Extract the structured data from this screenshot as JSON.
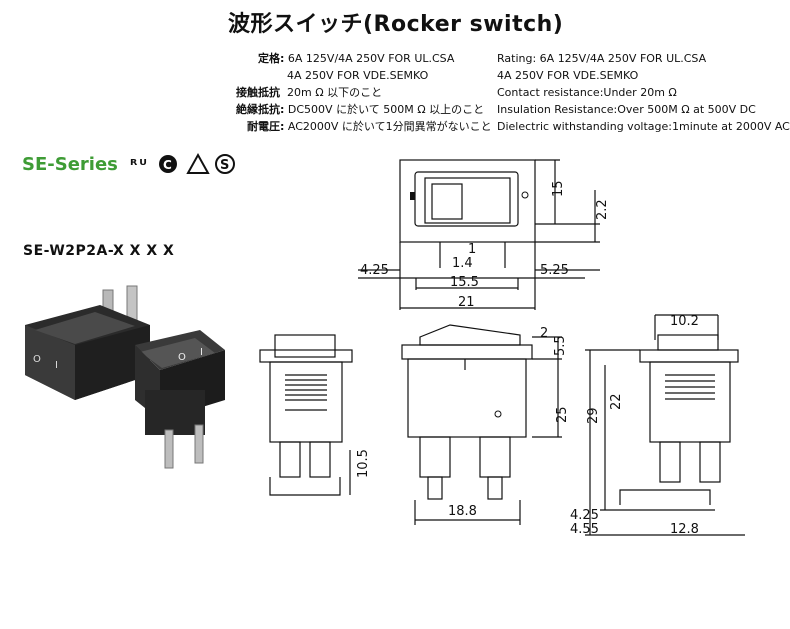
{
  "title": "波形スイッチ(Rocker switch)",
  "specs_jp": [
    {
      "label": "定格",
      "value": "6A 125V/4A 250V FOR UL.CSA"
    },
    {
      "label": "",
      "value": "4A 250V FOR VDE.SEMKO"
    },
    {
      "label": "接触抵抗",
      "value": "20m Ω 以下のこと"
    },
    {
      "label": "絶縁抵抗",
      "value": "DC500V に於いて 500M Ω 以上のこと"
    },
    {
      "label": "耐電圧",
      "value": "AC2000V に於いて1分間異常がないこと"
    }
  ],
  "specs_en": [
    "Rating: 6A 125V/4A 250V FOR UL.CSA",
    "4A 250V FOR VDE.SEMKO",
    "Contact resistance:Under 20m Ω",
    "Insulation Resistance:Over 500M Ω  at 500V DC",
    "Dielectric withstanding voltage:1minute at 2000V AC"
  ],
  "series": "SE-Series",
  "cert_marks": "ᴿᵁ ⓒ ⓢ",
  "model": "SE-W2P2A-X X X X",
  "dims": {
    "d15": "15",
    "d2_2": "2.2",
    "d1": "1",
    "d1_4": "1.4",
    "d4_25_top": "4.25",
    "d5_25": "5.25",
    "d15_5": "15.5",
    "d21": "21",
    "d10_2": "10.2",
    "d2": "2",
    "d5_5": "5.5",
    "d25": "25",
    "d22": "22",
    "d29": "29",
    "d10_5": "10.5",
    "d18_8": "18.8",
    "d4_25_bot": "4.25",
    "d4_55": "4.55",
    "d12_8": "12.8"
  },
  "switch_marks": {
    "on": "I",
    "off": "O"
  }
}
